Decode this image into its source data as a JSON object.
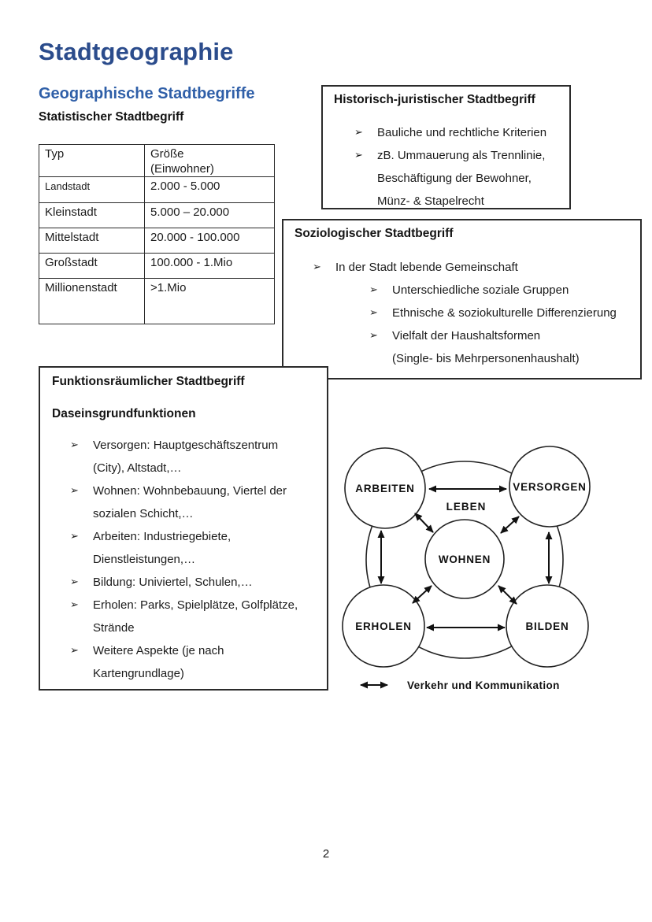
{
  "glyphs": {
    "bullet": "➢"
  },
  "colors": {
    "title_blue": "#2b4c8c",
    "heading_blue": "#2f5fa8",
    "text": "#1b1b1b",
    "border": "#2b2b2b"
  },
  "page": {
    "title": "Stadtgeographie",
    "number": "2"
  },
  "headings": {
    "section": "Geographische Stadtbegriffe",
    "sub": "Statistischer Stadtbegriff"
  },
  "table": {
    "col_typ": "Typ",
    "col_size_line1": "Größe",
    "col_size_line2": "(Einwohner)",
    "rows": [
      {
        "typ": "Landstadt",
        "groesse": "2.000 - 5.000"
      },
      {
        "typ": "Kleinstadt",
        "groesse": "5.000 – 20.000"
      },
      {
        "typ": "Mittelstadt",
        "groesse": "20.000 - 100.000"
      },
      {
        "typ": "Großstadt",
        "groesse": "100.000 - 1.Mio"
      },
      {
        "typ": "Millionenstadt",
        "groesse": ">1.Mio"
      }
    ]
  },
  "boxes": {
    "historisch": {
      "title": "Historisch-juristischer Stadtbegriff",
      "bullets": [
        [
          "Bauliche und rechtliche Kriterien"
        ],
        [
          "zB. Ummauerung als Trennlinie,",
          "Beschäftigung der Bewohner,",
          "Münz- & Stapelrecht"
        ]
      ]
    },
    "soziologisch": {
      "title": "Soziologischer Stadtbegriff",
      "level1": "In der Stadt lebende Gemeinschaft",
      "level2": [
        [
          "Unterschiedliche soziale Gruppen"
        ],
        [
          "Ethnische & soziokulturelle Differenzierung"
        ],
        [
          "Vielfalt der Haushaltsformen",
          "(Single- bis Mehrpersonenhaushalt)"
        ]
      ]
    },
    "funktional": {
      "title": "Funktionsräumlicher Stadtbegriff",
      "subtitle": "Daseinsgrundfunktionen",
      "bullets": [
        [
          "Versorgen: Hauptgeschäftszentrum",
          "(City), Altstadt,…"
        ],
        [
          "Wohnen: Wohnbebauung, Viertel der",
          "sozialen Schicht,…"
        ],
        [
          "Arbeiten: Industriegebiete,",
          "Dienstleistungen,…"
        ],
        [
          "Bildung: Univiertel, Schulen,…"
        ],
        [
          "Erholen: Parks, Spielplätze, Golfplätze,",
          "Strände"
        ],
        [
          "Weitere Aspekte (je nach",
          "Kartengrundlage)"
        ]
      ]
    }
  },
  "diagram": {
    "ring_label": "LEBEN",
    "nodes": [
      "ARBEITEN",
      "VERSORGEN",
      "WOHNEN",
      "ERHOLEN",
      "BILDEN"
    ],
    "edges": [
      [
        "ARBEITEN",
        "VERSORGEN"
      ],
      [
        "ERHOLEN",
        "BILDEN"
      ],
      [
        "ARBEITEN",
        "ERHOLEN"
      ],
      [
        "VERSORGEN",
        "BILDEN"
      ],
      [
        "WOHNEN",
        "ARBEITEN"
      ],
      [
        "WOHNEN",
        "VERSORGEN"
      ],
      [
        "WOHNEN",
        "ERHOLEN"
      ],
      [
        "WOHNEN",
        "BILDEN"
      ]
    ],
    "legend_label": "Verkehr und Kommunikation"
  }
}
